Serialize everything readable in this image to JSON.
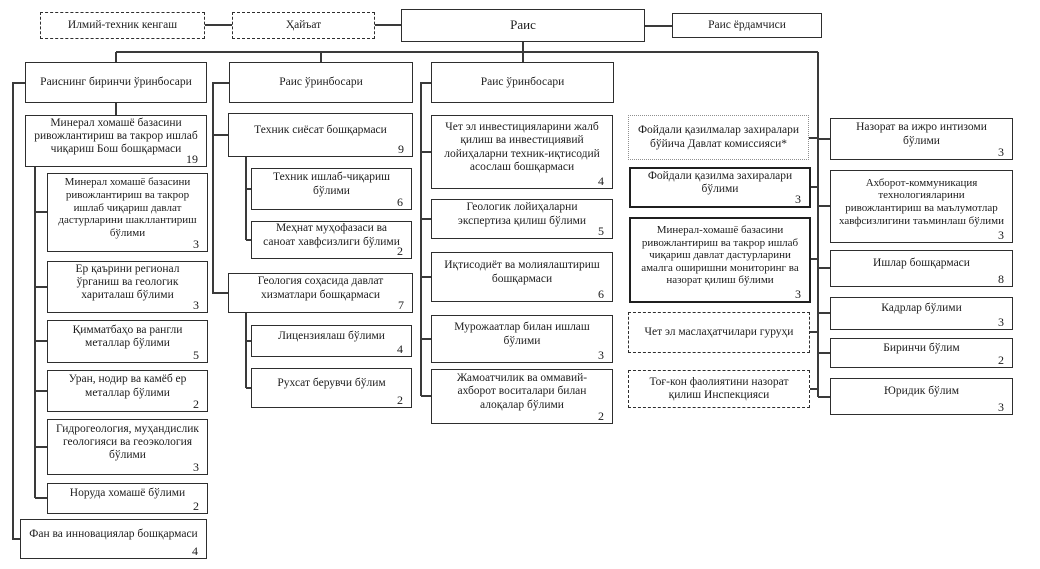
{
  "colors": {
    "line": "#3a3a3a",
    "border": "#2e2e2e",
    "text": "#1c1c1c",
    "background": "#ffffff"
  },
  "nodes": {
    "ilmiy_kengash": {
      "label": "Илмий-техник кенгаш"
    },
    "hayat": {
      "label": "Ҳайъат"
    },
    "rais": {
      "label": "Раис"
    },
    "rais_yordamchisi": {
      "label": "Раис ёрдамчиси"
    },
    "birinchi_orinbosar": {
      "label": "Раиснинг биринчи ўринбосари"
    },
    "orinbosar1": {
      "label": "Раис ўринбосари"
    },
    "orinbosar2": {
      "label": "Раис ўринбосари"
    },
    "mineral_bosh": {
      "label": "Минерал хомашё базасини ривожлантириш ва такрор ишлаб чиқариш Бош бошқармаси",
      "count": "19"
    },
    "mineral_dastur": {
      "label": "Минерал хомашё базасини ривожлантириш ва такрор ишлаб чиқариш давлат дастурларини шакллантириш бўлими",
      "count": "3"
    },
    "yer_qarini": {
      "label": "Ер қаърини регионал ўрганиш ва геологик хариталаш бўлими",
      "count": "3"
    },
    "qimmatbaho": {
      "label": "Қимматбаҳо ва рангли металлар бўлими",
      "count": "5"
    },
    "uran": {
      "label": "Уран, нодир ва камёб ер металлар бўлими",
      "count": "2"
    },
    "gidrogeologiya": {
      "label": "Гидрогеология, муҳандислик геологияси ва геоэкология бўлими",
      "count": "3"
    },
    "noruda": {
      "label": "Норуда хомашё бўлими",
      "count": "2"
    },
    "fan_innovatsiya": {
      "label": "Фан ва инновациялар бошқармаси",
      "count": "4"
    },
    "texnik_siyosat": {
      "label": "Техник сиёсат бошқармаси",
      "count": "9"
    },
    "texnik_ishlab": {
      "label": "Техник ишлаб-чиқариш бўлими",
      "count": "6"
    },
    "mehnat": {
      "label": "Меҳнат муҳофазаси ва саноат хавфсизлиги бўлими",
      "count": "2"
    },
    "geologiya_xizmat": {
      "label": "Геология соҳасида давлат хизматлари бошқармаси",
      "count": "7"
    },
    "litsenziyalash": {
      "label": "Лицензиялаш бўлими",
      "count": "4"
    },
    "ruxsat": {
      "label": "Рухсат берувчи бўлим",
      "count": "2"
    },
    "chet_invest": {
      "label": "Чет эл инвестицияларини жалб қилиш ва инвестициявий лойиҳаларни техник-иқтисодий асослаш бошқармаси",
      "count": "4"
    },
    "geologik_expertiza": {
      "label": "Геологик лойиҳаларни экспертиза қилиш бўлими",
      "count": "5"
    },
    "iqtisodiyot": {
      "label": "Иқтисодиёт ва молиялаштириш бошқармаси",
      "count": "6"
    },
    "murojaatlar": {
      "label": "Мурожаатлар билан ишлаш бўлими",
      "count": "3"
    },
    "jamoatchilik": {
      "label": "Жамоатчилик ва оммавий-ахборот воситалари билан алоқалар бўлими",
      "count": "2"
    },
    "davlat_komissiyasi": {
      "label": "Фойдали қазилмалар захиралари бўйича Давлат комиссияси*"
    },
    "foydali_qazilma": {
      "label": "Фойдали қазилма захиралари бўлими",
      "count": "3"
    },
    "mineral_monitoring": {
      "label": "Минерал-хомашё базасини ривожлантириш ва такрор ишлаб чиқариш давлат дастурларини амалга оширишни мониторинг ва назорат қилиш бўлими",
      "count": "3"
    },
    "chet_maslahatchilar": {
      "label": "Чет эл маслаҳатчилари гуруҳи"
    },
    "togkon_inspeksiya": {
      "label": "Тоғ-кон фаолиятини назорат қилиш Инспекцияси"
    },
    "nazorat_ijro": {
      "label": "Назорат ва ижро интизоми бўлими",
      "count": "3"
    },
    "axborot_kommunikatsiya": {
      "label": "Ахборот-коммуникация технологияларини ривожлантириш ва маълумотлар хавфсизлигини таъминлаш бўлими",
      "count": "3"
    },
    "ishlar": {
      "label": "Ишлар бошқармаси",
      "count": "8"
    },
    "kadrlar": {
      "label": "Кадрлар бўлими",
      "count": "3"
    },
    "birinchi_bolim": {
      "label": "Биринчи бўлим",
      "count": "2"
    },
    "yuridik": {
      "label": "Юридик бўлим",
      "count": "3"
    }
  }
}
